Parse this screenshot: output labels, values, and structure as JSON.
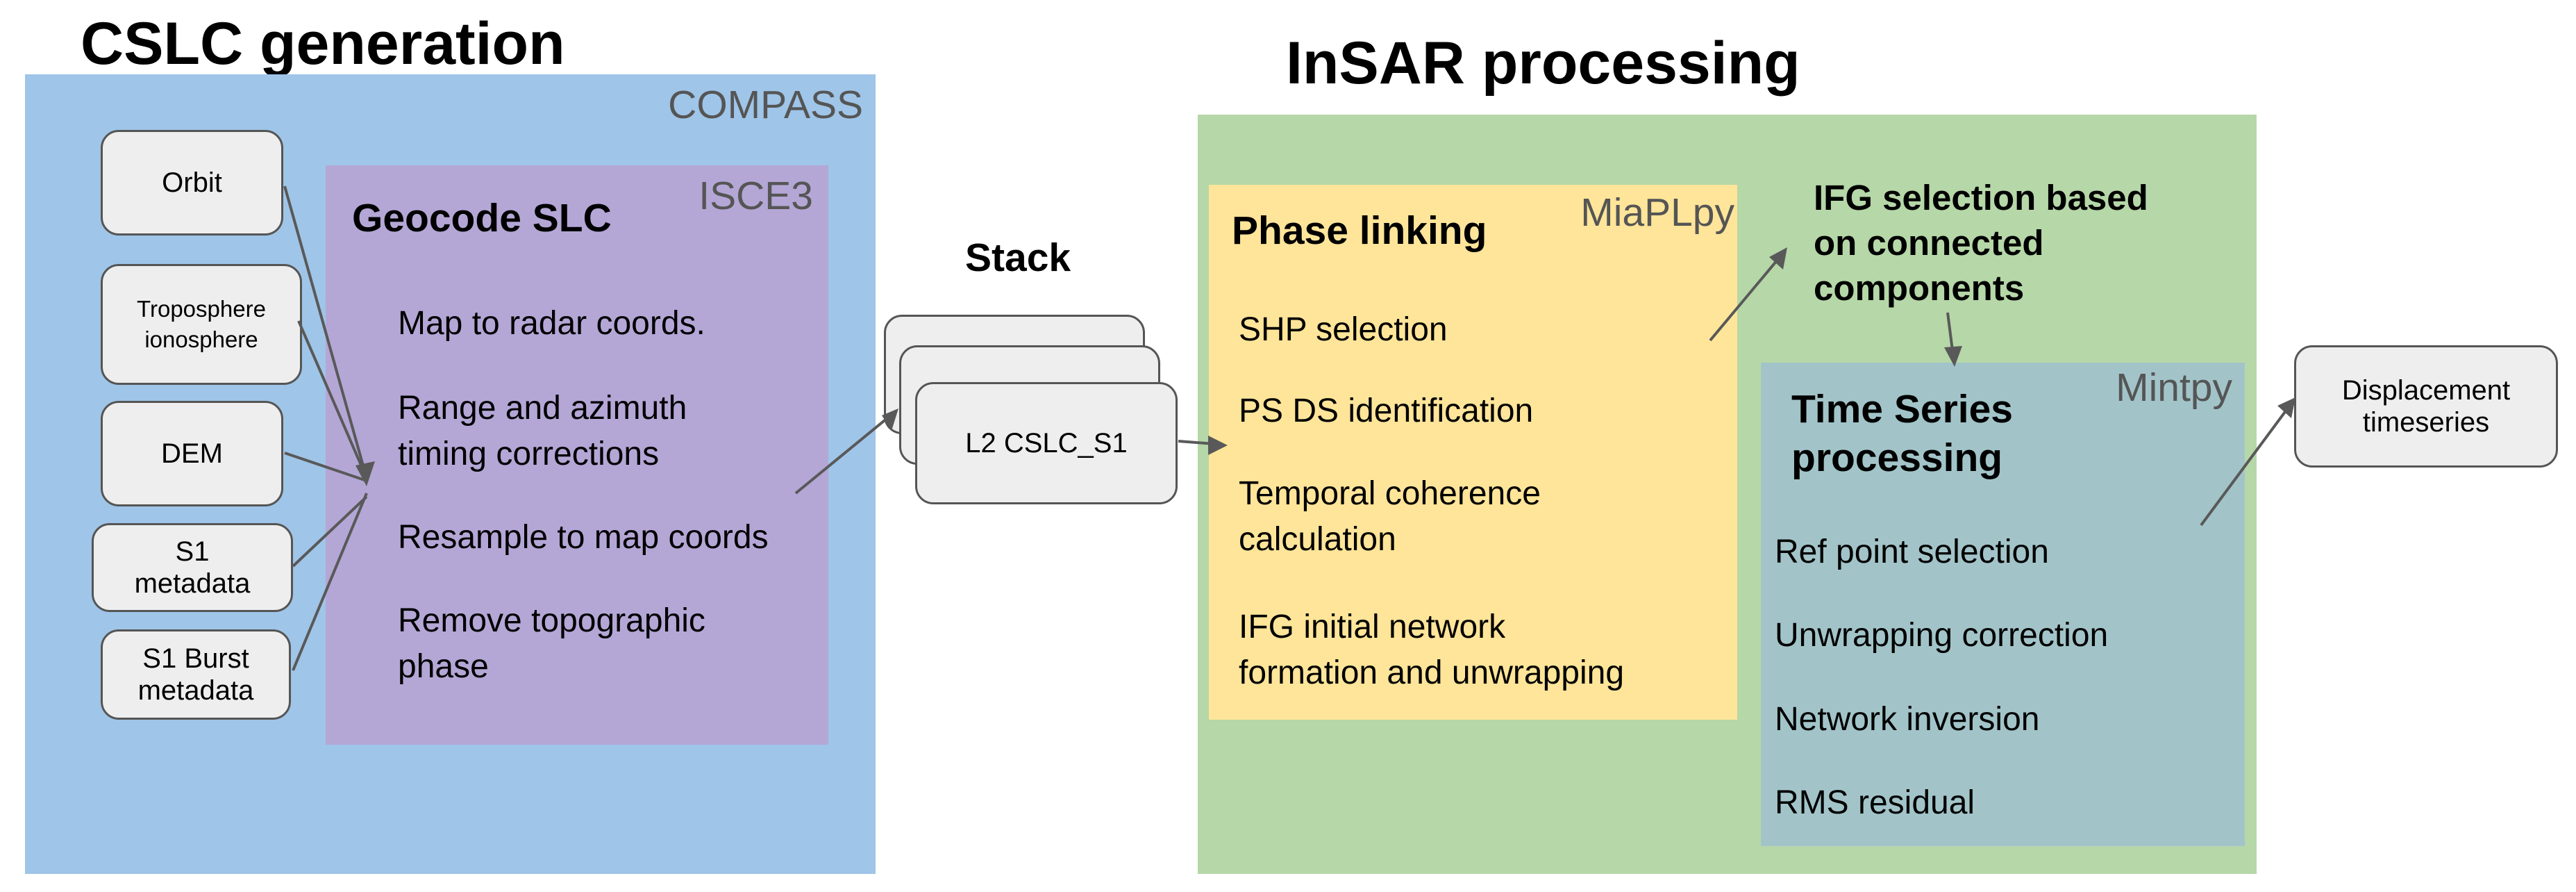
{
  "headings": {
    "cslc": "CSLC generation",
    "insar": "InSAR processing",
    "stack": "Stack"
  },
  "compass": {
    "tag": "COMPASS"
  },
  "isce3": {
    "tag": "ISCE3",
    "title": "Geocode SLC",
    "items": [
      "Map to radar coords.",
      "Range and azimuth\ntiming corrections",
      "Resample to map coords",
      "Remove topographic\nphase"
    ]
  },
  "inputs": {
    "orbit": "Orbit",
    "troposphere": "Troposphere\nionosphere",
    "dem": "DEM",
    "s1_metadata": "S1\nmetadata",
    "s1_burst_metadata": "S1 Burst\nmetadata"
  },
  "stack": {
    "card_label": "L2 CSLC_S1"
  },
  "miaplpy": {
    "tag": "MiaPLpy",
    "title": "Phase linking",
    "items": [
      "SHP selection",
      "PS DS identification",
      "Temporal coherence\ncalculation",
      "IFG initial network\nformation and unwrapping"
    ]
  },
  "ifg_selection": "IFG selection based\non connected\ncomponents",
  "mintpy": {
    "tag": "Mintpy",
    "title": "Time Series\nprocessing",
    "items": [
      "Ref point selection",
      "Unwrapping correction",
      "Network inversion",
      "RMS residual"
    ]
  },
  "output": "Displacement\ntimeseries",
  "colors": {
    "compass": "#9fc5e8",
    "isce3": "#b4a7d6",
    "insar": "#b6d7a8",
    "miaplpy": "#ffe599",
    "mintpy": "#a2c4c9",
    "node": "#eeeeee",
    "arrow": "#595959"
  }
}
